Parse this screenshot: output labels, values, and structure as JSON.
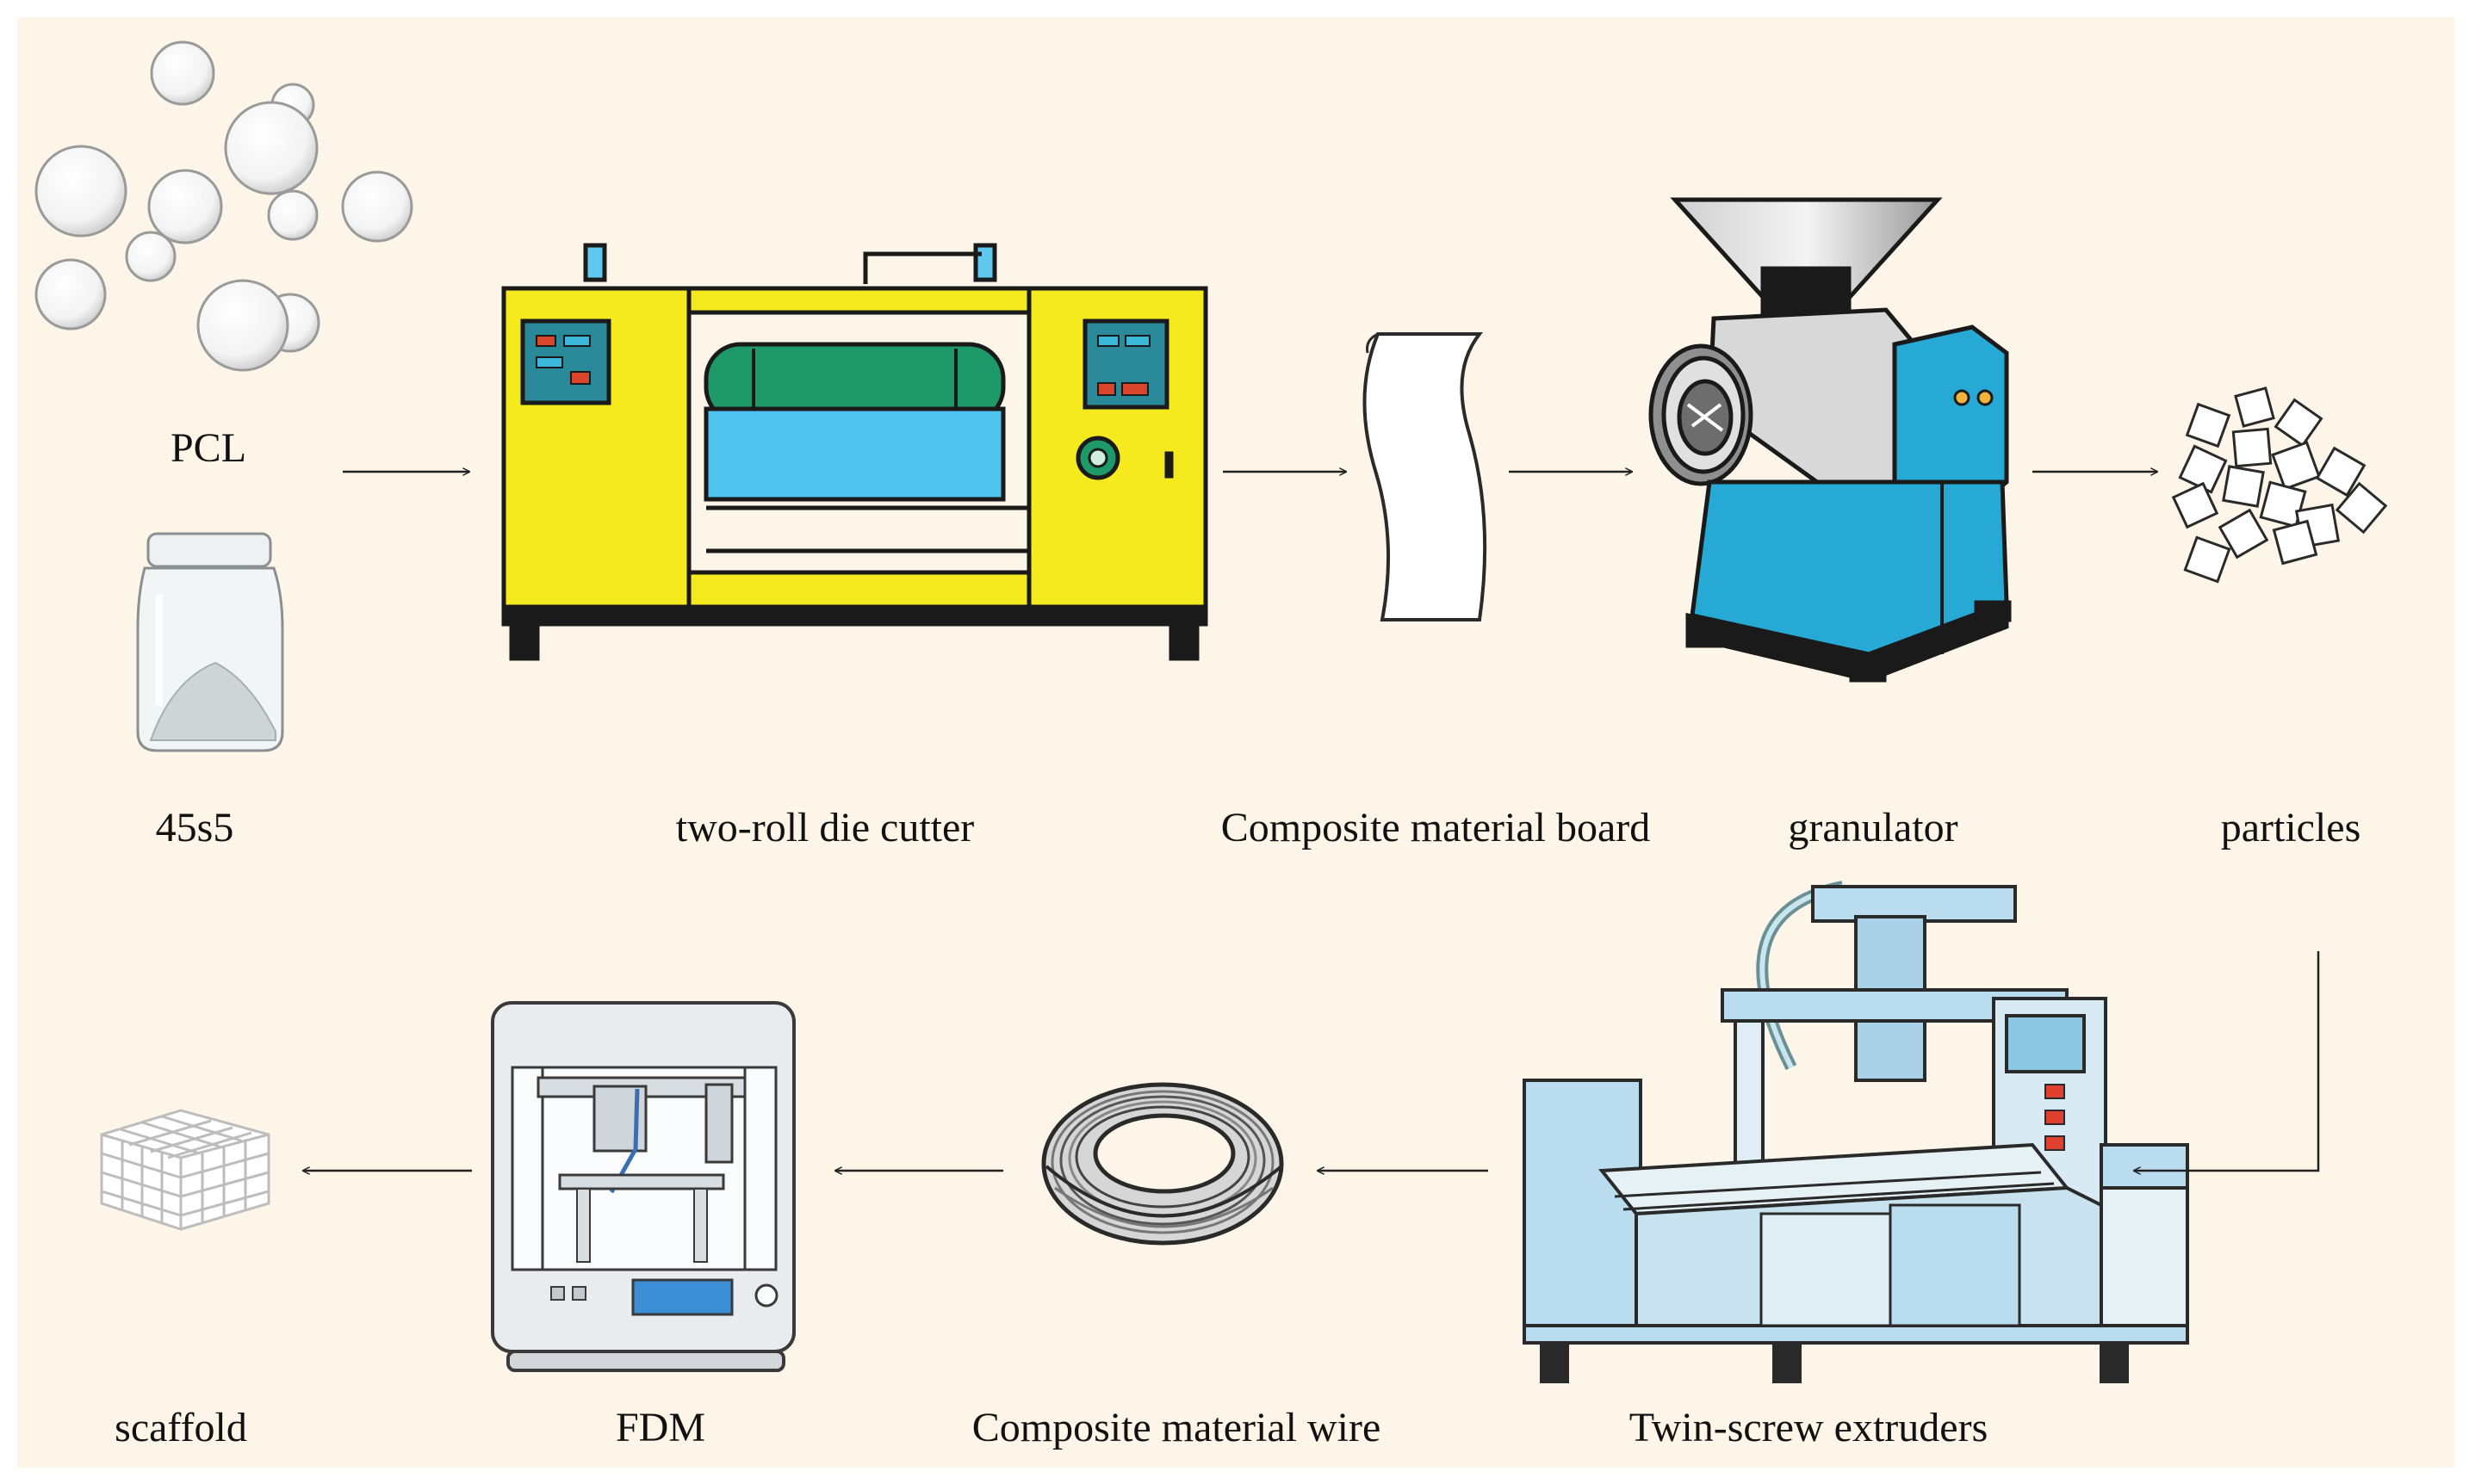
{
  "labels": {
    "pcl": "PCL",
    "bioglass": "45s5",
    "two_roll": "two-roll die cutter",
    "board": "Composite material board",
    "granulator": "granulator",
    "particles": "particles",
    "extruder": "Twin-screw extruders",
    "wire": "Composite material wire",
    "fdm": "FDM",
    "scaffold": "scaffold"
  },
  "colors": {
    "background": "#fdf6e8",
    "machine_yellow": "#f5ea1e",
    "roller_green": "#1e9a6a",
    "roller_blue": "#4fc3f0",
    "granulator_blue": "#27a9d6",
    "extruder_blue": "#b9dcef",
    "line": "#222222"
  }
}
